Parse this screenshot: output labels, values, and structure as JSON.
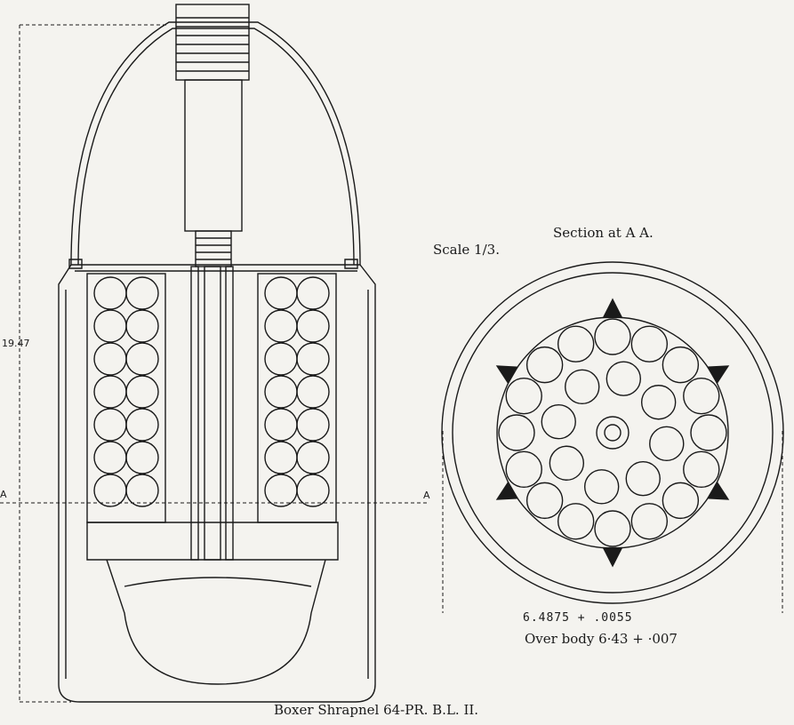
{
  "figure": {
    "caption": "Boxer Shrapnel 64-PR. B.L. II.",
    "scale_label": "Scale 1/3.",
    "section_label": "Section at A A.",
    "length_dimension": "19.47",
    "diameter_dimension": "6.4875 + .0055",
    "over_body": "Over body 6·43 + ·007",
    "section_marker_left": "A",
    "section_marker_right": "A"
  },
  "colors": {
    "ink": "#1a1a1a",
    "paper": "#f4f3ef"
  }
}
